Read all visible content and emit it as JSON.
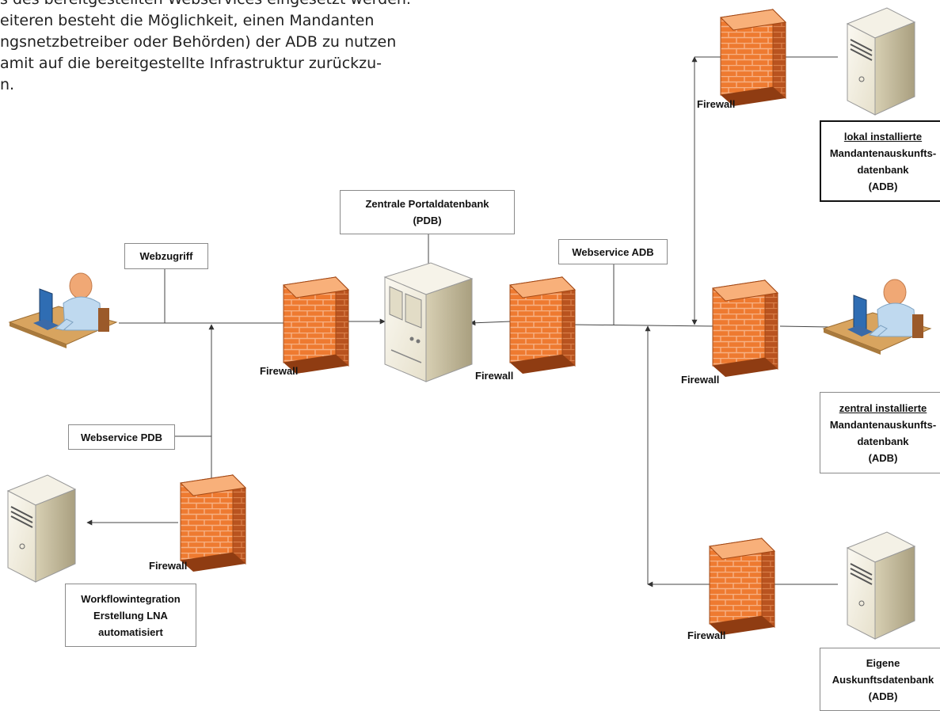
{
  "intro": {
    "lines": [
      "s des bereitgestellten Webservices eingesetzt werden.",
      "eiteren besteht die Möglichkeit, einen Mandanten",
      "ngsnetzbetreiber oder Behörden) der ADB zu nutzen",
      "amit auf die bereitgestellte Infrastruktur zurückzu-",
      "n."
    ]
  },
  "labels": {
    "webzugriff": "Webzugriff",
    "pdb_title": "Zentrale Portaldatenbank",
    "pdb_abbr": "(PDB)",
    "webservice_adb": "Webservice ADB",
    "webservice_pdb": "Webservice PDB",
    "workflow_1": "Workflowintegration",
    "workflow_2": "Erstellung LNA",
    "workflow_3": "automatisiert",
    "lokal_1": "lokal installierte ",
    "lokal_2": "Mandantenauskunfts-",
    "lokal_3": "datenbank",
    "lokal_4": "(ADB)",
    "zentral_1": "zentral installierte",
    "zentral_2": "Mandantenauskunfts-",
    "zentral_3": "datenbank",
    "zentral_4": "(ADB)",
    "eigene_1": "Eigene",
    "eigene_2": "Auskunftsdatenbank",
    "eigene_3": "(ADB)"
  },
  "firewall_label": "Firewall",
  "colors": {
    "firewall_front": "#f07a30",
    "firewall_side": "#b8501c",
    "firewall_top": "#f9b27c",
    "server_front": "#f3f0e6",
    "server_side": "#c9c1a6",
    "desk": "#d9a562",
    "person": "#f0a878",
    "monitor": "#2d6fb5",
    "connector": "#444444"
  }
}
